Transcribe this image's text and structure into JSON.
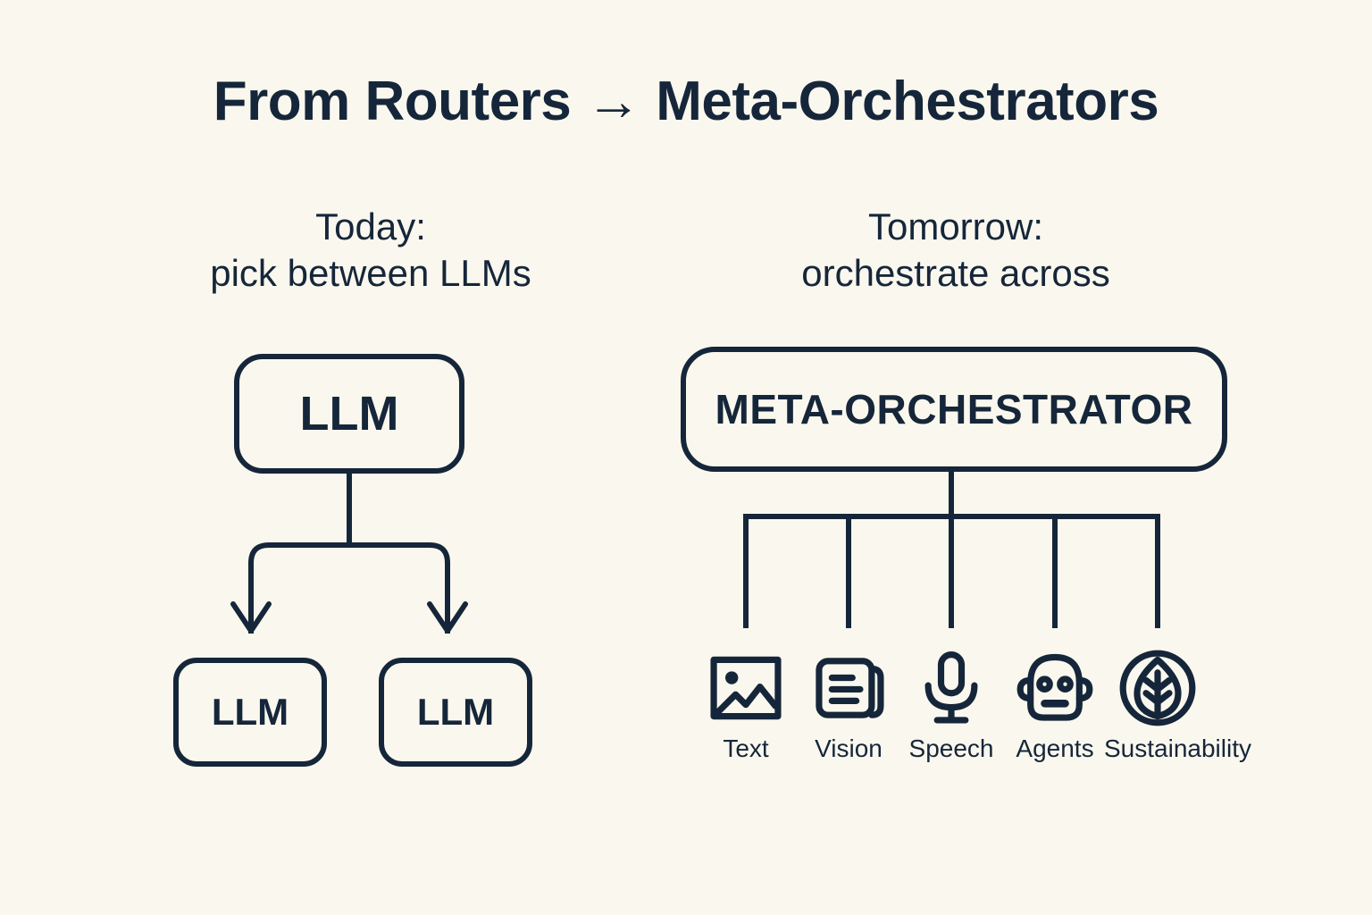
{
  "theme": {
    "background": "#faf8ee",
    "ink": "#16263a"
  },
  "header": {
    "title": "From Routers → Meta-Orchestrators"
  },
  "left_column": {
    "heading_line1": "Today:",
    "heading_line2": "pick between LLMs",
    "root_node": "LLM",
    "child_nodes": [
      "LLM",
      "LLM"
    ]
  },
  "right_column": {
    "heading_line1": "Tomorrow:",
    "heading_line2": "orchestrate across",
    "root_node": "META-ORCHESTRATOR",
    "modalities": [
      {
        "label": "Text",
        "icon": "image-picture-icon"
      },
      {
        "label": "Vision",
        "icon": "documents-stack-icon"
      },
      {
        "label": "Speech",
        "icon": "microphone-icon"
      },
      {
        "label": "Agents",
        "icon": "robot-head-icon"
      },
      {
        "label": "Sustainability",
        "icon": "leaf-in-circle-icon"
      }
    ]
  }
}
